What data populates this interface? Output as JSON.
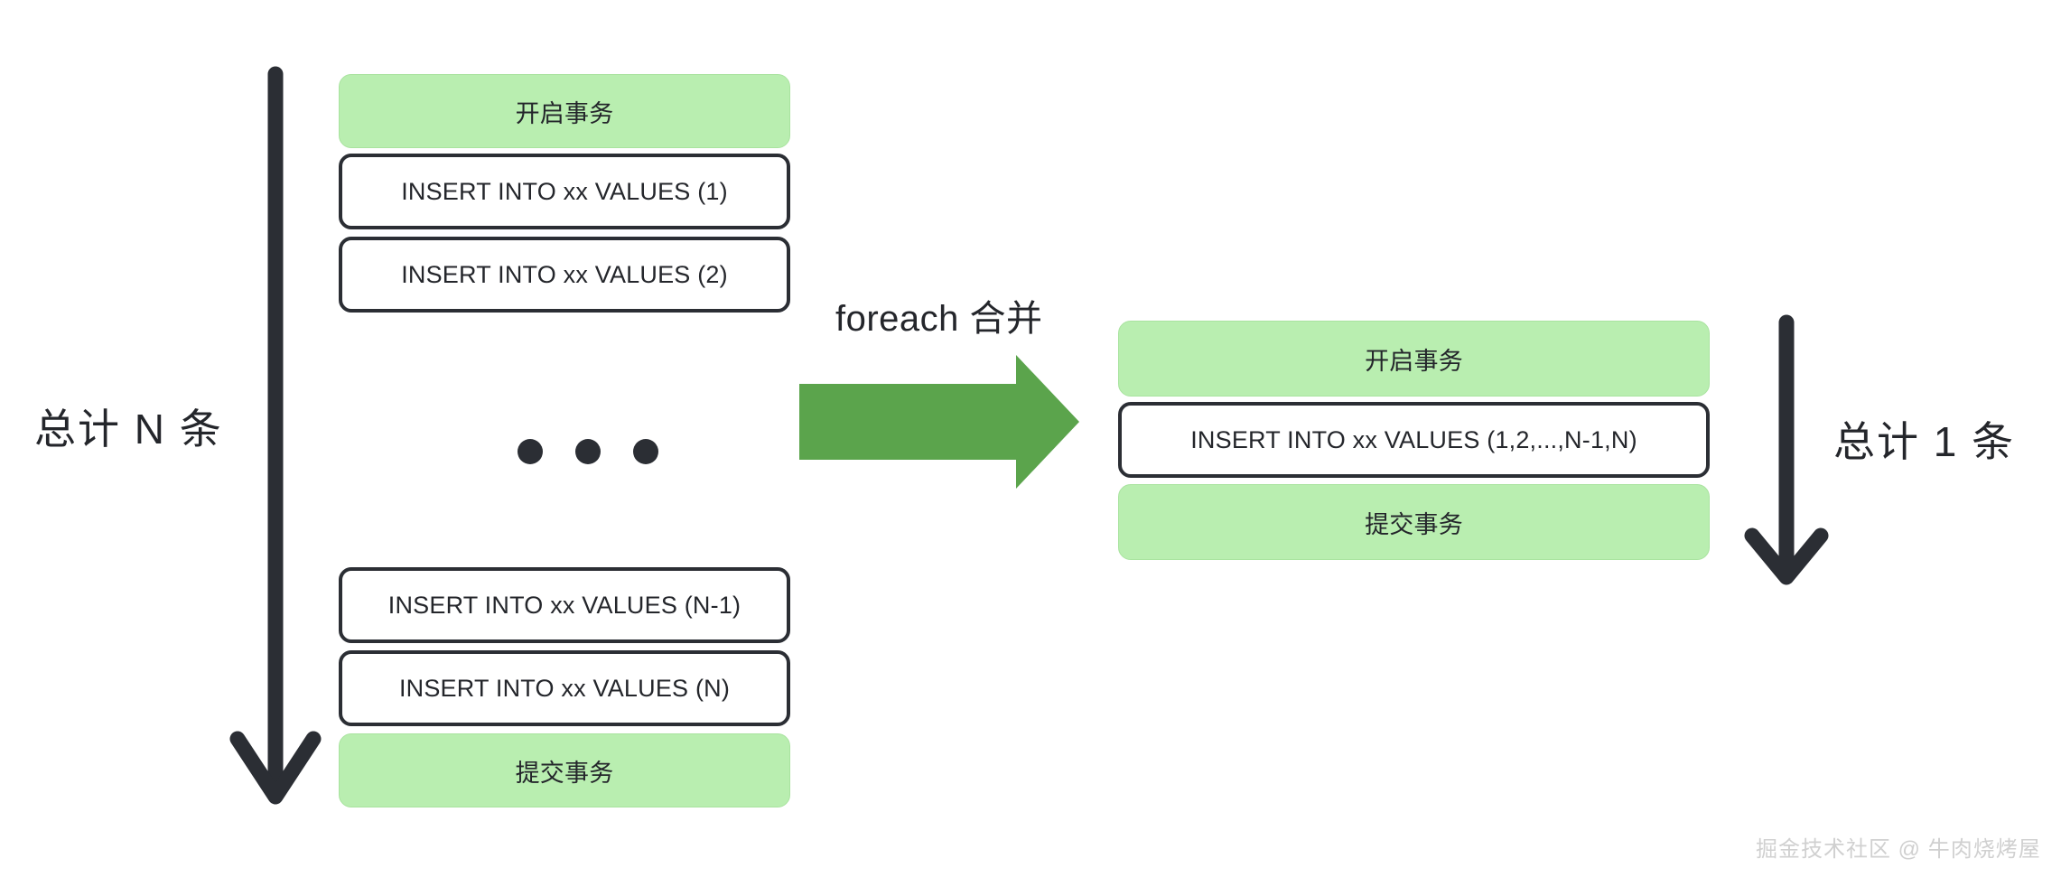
{
  "diagram": {
    "background_color": "#ffffff",
    "box_green_fill": "#b9eeb0",
    "box_white_stroke": "#2b2e34",
    "arrow_dark_color": "#2b2e34",
    "arrow_green_color": "#5ba44c",
    "left_column": {
      "count_label": "总计 N 条",
      "boxes": [
        {
          "text": "开启事务",
          "style": "green"
        },
        {
          "text": "INSERT INTO xx VALUES (1)",
          "style": "white"
        },
        {
          "text": "INSERT INTO xx VALUES (2)",
          "style": "white"
        },
        {
          "text": "INSERT INTO xx VALUES (N-1)",
          "style": "white"
        },
        {
          "text": "INSERT INTO xx VALUES (N)",
          "style": "white"
        },
        {
          "text": "提交事务",
          "style": "green"
        }
      ],
      "ellipsis": "• • •"
    },
    "transform": {
      "label": "foreach 合并",
      "arrow_icon": "right-arrow-icon"
    },
    "right_column": {
      "count_label": "总计 1 条",
      "boxes": [
        {
          "text": "开启事务",
          "style": "green"
        },
        {
          "text": "INSERT INTO xx VALUES (1,2,...,N-1,N)",
          "style": "white"
        },
        {
          "text": "提交事务",
          "style": "green"
        }
      ]
    },
    "watermark": "掘金技术社区 @ 牛肉烧烤屋"
  }
}
